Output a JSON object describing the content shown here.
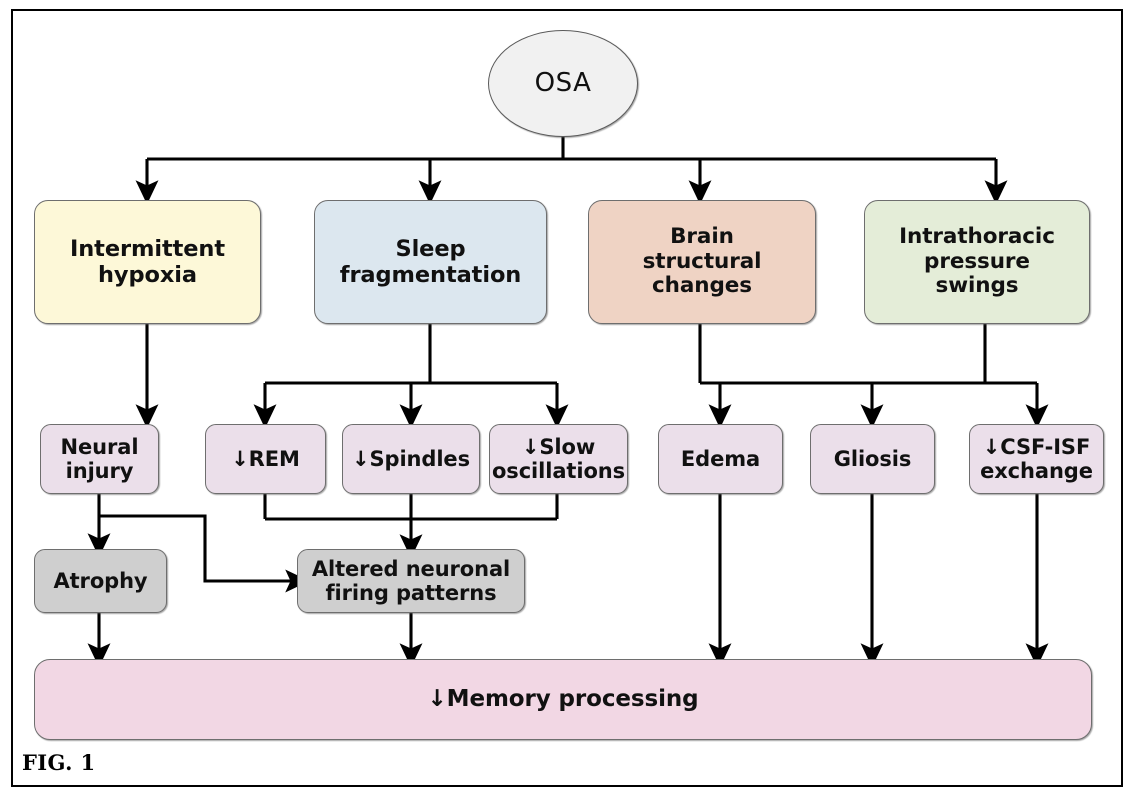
{
  "figure": {
    "label": "FIG. 1",
    "root": {
      "id": "osa",
      "text": "OSA",
      "shape": "ellipse",
      "color": "#f1f1f1"
    },
    "level1": [
      {
        "id": "intermittent-hypoxia",
        "text": "Intermittent\nhypoxia",
        "color": "#fdf8d8"
      },
      {
        "id": "sleep-fragmentation",
        "text": "Sleep\nfragmentation",
        "color": "#dce7ef"
      },
      {
        "id": "brain-structural-changes",
        "text": "Brain\nstructural\nchanges",
        "color": "#efd3c4"
      },
      {
        "id": "intrathoracic-pressure-swings",
        "text": "Intrathoracic\npressure\nswings",
        "color": "#e4edd8"
      }
    ],
    "level2": [
      {
        "id": "neural-injury",
        "text": "Neural\ninjury",
        "color": "#ebdfea"
      },
      {
        "id": "rem",
        "text": "↓REM",
        "color": "#ebdfea"
      },
      {
        "id": "spindles",
        "text": "↓Spindles",
        "color": "#ebdfea"
      },
      {
        "id": "slow-oscillations",
        "text": "↓Slow\noscillations",
        "color": "#ebdfea"
      },
      {
        "id": "edema",
        "text": "Edema",
        "color": "#ebdfea"
      },
      {
        "id": "gliosis",
        "text": "Gliosis",
        "color": "#ebdfea"
      },
      {
        "id": "csf-isf-exchange",
        "text": "↓CSF-ISF\nexchange",
        "color": "#ebdfea"
      }
    ],
    "level3": [
      {
        "id": "atrophy",
        "text": "Atrophy",
        "color": "#cfcfcf"
      },
      {
        "id": "altered-neuronal-firing",
        "text": "Altered neuronal\nfiring patterns",
        "color": "#cfcfcf"
      }
    ],
    "outcome": {
      "id": "memory-processing",
      "text": "↓Memory processing",
      "color": "#f2d7e4"
    },
    "colors": {
      "frame_border": "#000000",
      "node_border": "#6e6e6e",
      "edge": "#000000",
      "background": "#ffffff"
    }
  }
}
